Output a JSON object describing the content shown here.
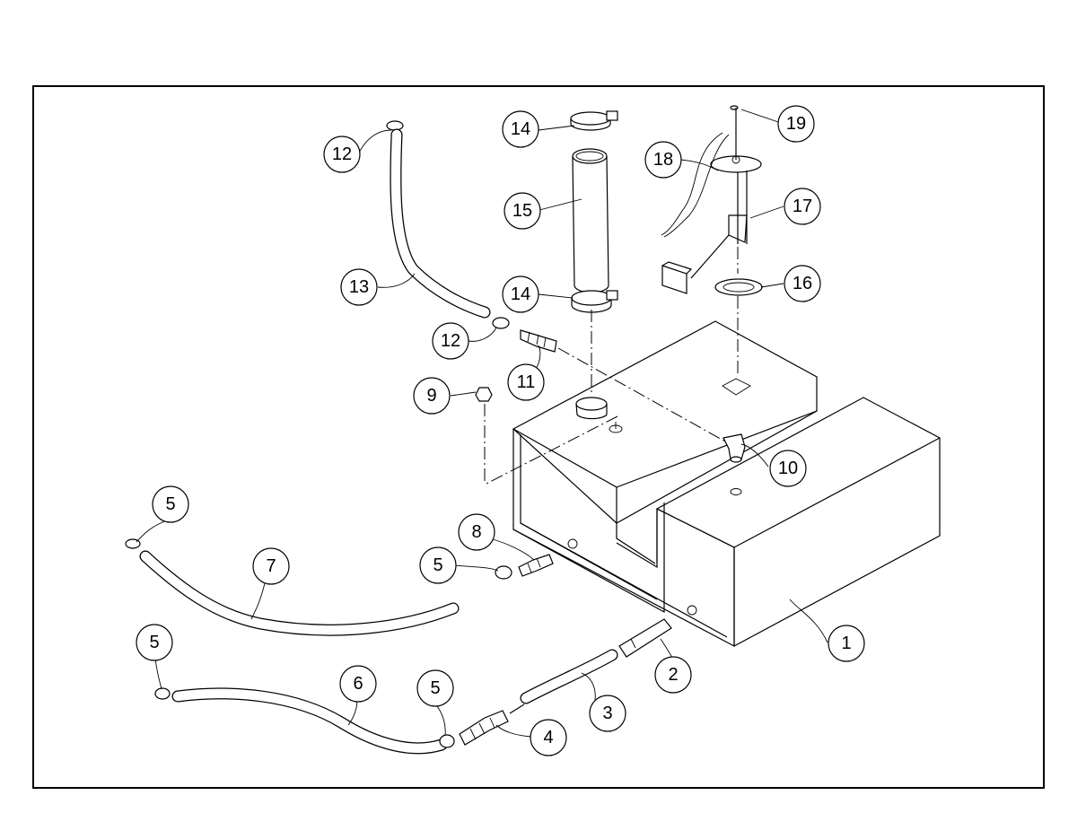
{
  "callouts": [
    {
      "id": "c1",
      "label": "1"
    },
    {
      "id": "c2",
      "label": "2"
    },
    {
      "id": "c3",
      "label": "3"
    },
    {
      "id": "c4",
      "label": "4"
    },
    {
      "id": "c5a",
      "label": "5"
    },
    {
      "id": "c5b",
      "label": "5"
    },
    {
      "id": "c5c",
      "label": "5"
    },
    {
      "id": "c5d",
      "label": "5"
    },
    {
      "id": "c6",
      "label": "6"
    },
    {
      "id": "c7",
      "label": "7"
    },
    {
      "id": "c8",
      "label": "8"
    },
    {
      "id": "c9",
      "label": "9"
    },
    {
      "id": "c10",
      "label": "10"
    },
    {
      "id": "c11",
      "label": "11"
    },
    {
      "id": "c12a",
      "label": "12"
    },
    {
      "id": "c12b",
      "label": "12"
    },
    {
      "id": "c13",
      "label": "13"
    },
    {
      "id": "c14a",
      "label": "14"
    },
    {
      "id": "c14b",
      "label": "14"
    },
    {
      "id": "c15",
      "label": "15"
    },
    {
      "id": "c16",
      "label": "16"
    },
    {
      "id": "c17",
      "label": "17"
    },
    {
      "id": "c18",
      "label": "18"
    },
    {
      "id": "c19",
      "label": "19"
    }
  ]
}
